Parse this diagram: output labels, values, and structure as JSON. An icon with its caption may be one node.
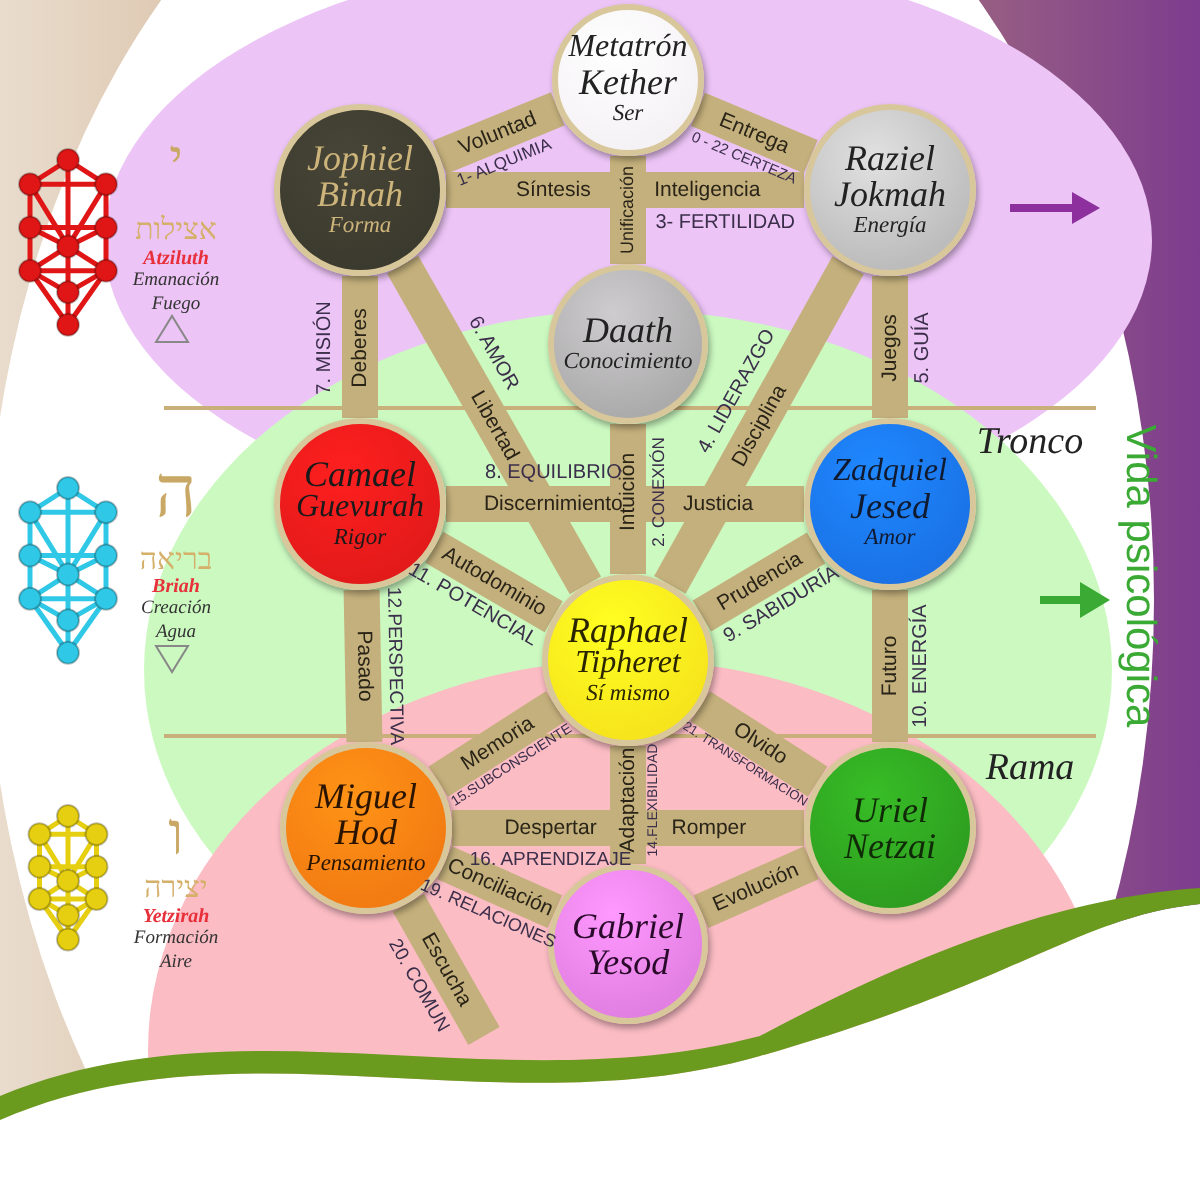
{
  "diagram": {
    "nodes": [
      {
        "text": [
          "Metatrón",
          "Kether",
          "Ser"
        ]
      },
      {
        "text": [
          "Jophiel",
          "Binah",
          "Forma"
        ]
      },
      {
        "text": [
          "Raziel",
          "Jokmah",
          "Energía"
        ]
      },
      {
        "text": [
          "Daath",
          "Conocimiento"
        ]
      },
      {
        "text": [
          "Camael",
          "Guevurah",
          "Rigor"
        ]
      },
      {
        "text": [
          "Zadquiel",
          "Jesed",
          "Amor"
        ]
      },
      {
        "text": [
          "Raphael",
          "Tipheret",
          "Sí mismo"
        ]
      },
      {
        "text": [
          "Miguel",
          "Hod",
          "Pensamiento"
        ]
      },
      {
        "text": [
          "Uriel",
          "Netzai"
        ]
      },
      {
        "text": [
          "Gabriel",
          "Yesod"
        ]
      }
    ],
    "edges": [
      {
        "from": 0,
        "to": 1,
        "arrow": "none",
        "label": "Voluntad"
      },
      {
        "from": 0,
        "to": 2,
        "arrow": "none",
        "label": "Entrega"
      },
      {
        "from": 1,
        "to": 2,
        "arrow": "none",
        "label": "Síntesis"
      },
      {
        "from": 0,
        "to": 3,
        "arrow": "none",
        "label": "Unificación"
      },
      {
        "from": 1,
        "to": 4,
        "arrow": "none",
        "label": "Deberes"
      },
      {
        "from": 1,
        "to": 6,
        "arrow": "none",
        "label": "Libertad"
      },
      {
        "from": 2,
        "to": 6,
        "arrow": "none",
        "label": "Disciplina"
      },
      {
        "from": 2,
        "to": 5,
        "arrow": "none",
        "label": "Juegos"
      },
      {
        "from": 3,
        "to": 6,
        "arrow": "none",
        "label": "Intuición"
      },
      {
        "from": 4,
        "to": 5,
        "arrow": "none",
        "label": "Discernimiento"
      },
      {
        "from": 4,
        "to": 6,
        "arrow": "none",
        "label": "Autodominio"
      },
      {
        "from": 5,
        "to": 6,
        "arrow": "none",
        "label": "Prudencia"
      },
      {
        "from": 4,
        "to": 7,
        "arrow": "none",
        "label": "Pasado"
      },
      {
        "from": 5,
        "to": 8,
        "arrow": "none",
        "label": "Futuro"
      },
      {
        "from": 6,
        "to": 7,
        "arrow": "none",
        "label": "Memoria"
      },
      {
        "from": 6,
        "to": 8,
        "arrow": "none",
        "label": "Olvido"
      },
      {
        "from": 6,
        "to": 9,
        "arrow": "none",
        "label": "Adaptación"
      },
      {
        "from": 7,
        "to": 8,
        "arrow": "none",
        "label": "Despertar"
      },
      {
        "from": 7,
        "to": 9,
        "arrow": "none",
        "label": "Conciliación"
      },
      {
        "from": 8,
        "to": 9,
        "arrow": "none",
        "label": "Evolución"
      },
      {
        "from": 7,
        "to": null,
        "arrow": "none",
        "label": "Escucha"
      }
    ],
    "labels": [
      "י",
      "אצילות",
      "Atziluth",
      "Emanación",
      "Fuego",
      "1- ALQUIMIA",
      "0 - 22 CERTEZA",
      "Inteligencia",
      "3- FERTILIDAD",
      "7. MISIÓN",
      "6. AMOR",
      "4. LIDERAZGO",
      "5. GUÍA",
      "ה",
      "בריאה",
      "Briah",
      "Creación",
      "Agua",
      "Tronco",
      "Vida psicológica",
      "8. EQUILIBRIO",
      "2. CONEXIÓN",
      "Justicia",
      "11. POTENCIAL",
      "9. SABIDURÍA",
      "12.PERSPECTIVA",
      "10. ENERGÍA",
      "ו",
      "יצירה",
      "Yetzirah",
      "Formación",
      "Aire",
      "Rama",
      "15.SUBCONSCIENTE",
      "21. TRANSFORMACIÓN",
      "14.FLEXIBILIDAD",
      "16. APRENDIZAJE",
      "Romper",
      "19. RELACIONES",
      "20. COMUN"
    ]
  }
}
